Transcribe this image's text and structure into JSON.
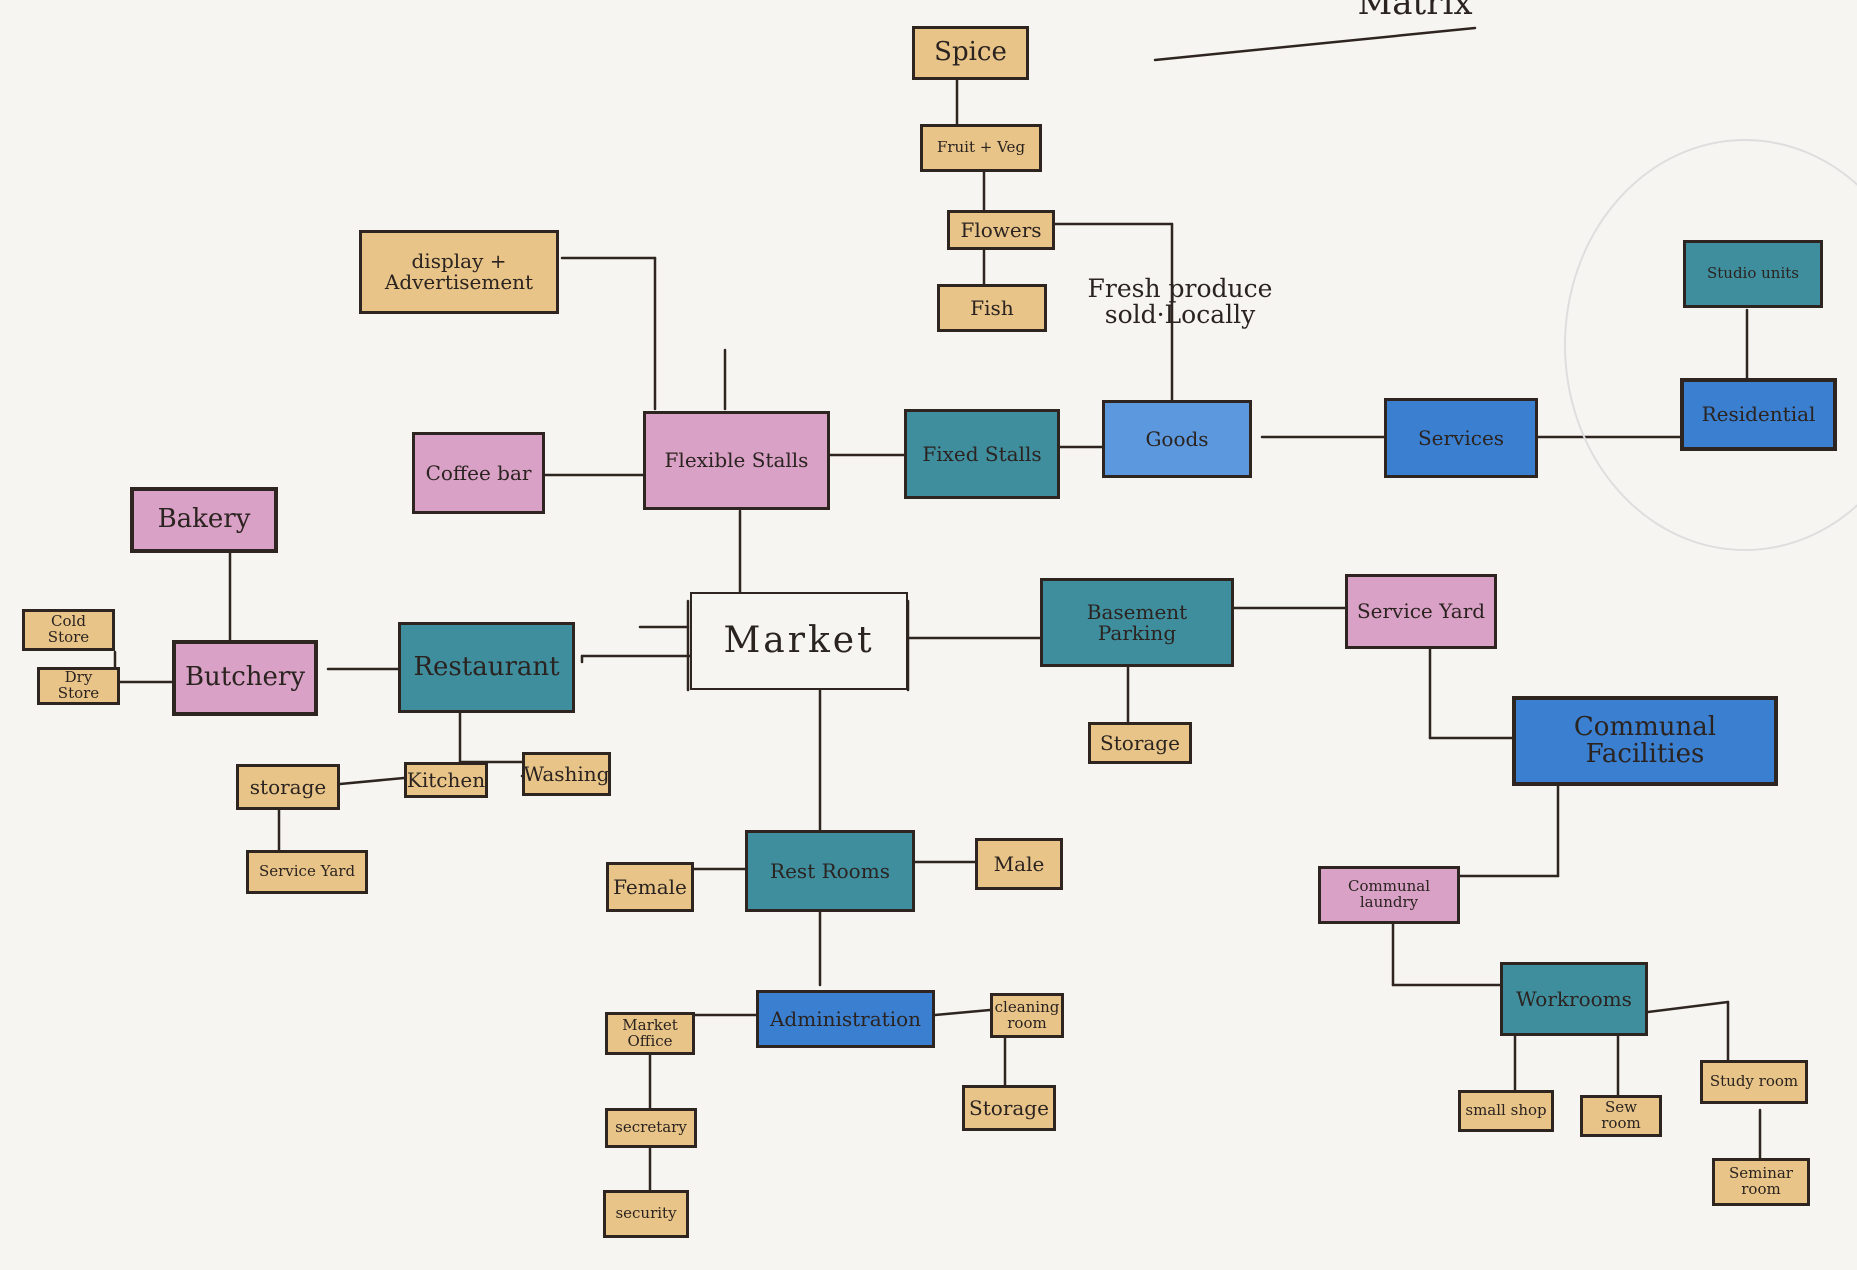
{
  "page_header": "Matrix",
  "annotation": "Fresh produce sold·Locally",
  "colors": {
    "orange": "#e8c488",
    "pink": "#d9a1c5",
    "teal": "#3f8e9e",
    "blue": "#3a7fd0",
    "ink": "#2e2520"
  },
  "nodes": {
    "market": "Market",
    "spice": "Spice",
    "fruit_veg": "Fruit + Veg",
    "flowers": "Flowers",
    "fish": "Fish",
    "display_adv": "display + Advertisement",
    "coffee_bar": "Coffee bar",
    "flexible_stalls": "Flexible Stalls",
    "fixed_stalls": "Fixed Stalls",
    "goods": "Goods",
    "services": "Services",
    "residential": "Residential",
    "studio_units": "Studio units",
    "bakery": "Bakery",
    "butchery": "Butchery",
    "cold_store": "Cold Store",
    "dry_store": "Dry Store",
    "restaurant": "Restaurant",
    "kitchen": "Kitchen",
    "washing": "Washing",
    "storage_left": "storage",
    "service_yard_left": "Service Yard",
    "basement_parking": "Basement Parking",
    "storage_mid": "Storage",
    "service_yard": "Service Yard",
    "communal_facilities": "Communal Facilities",
    "communal_laundry": "Communal laundry",
    "workrooms": "Workrooms",
    "small_shop": "small shop",
    "sew_room": "Sew room",
    "study_room": "Study room",
    "seminar_room": "Seminar room",
    "rest_rooms": "Rest Rooms",
    "female": "Female",
    "male": "Male",
    "administration": "Administration",
    "market_office": "Market Office",
    "secretary": "secretary",
    "security": "security",
    "cleaning_room": "cleaning room",
    "storage_admin": "Storage"
  }
}
